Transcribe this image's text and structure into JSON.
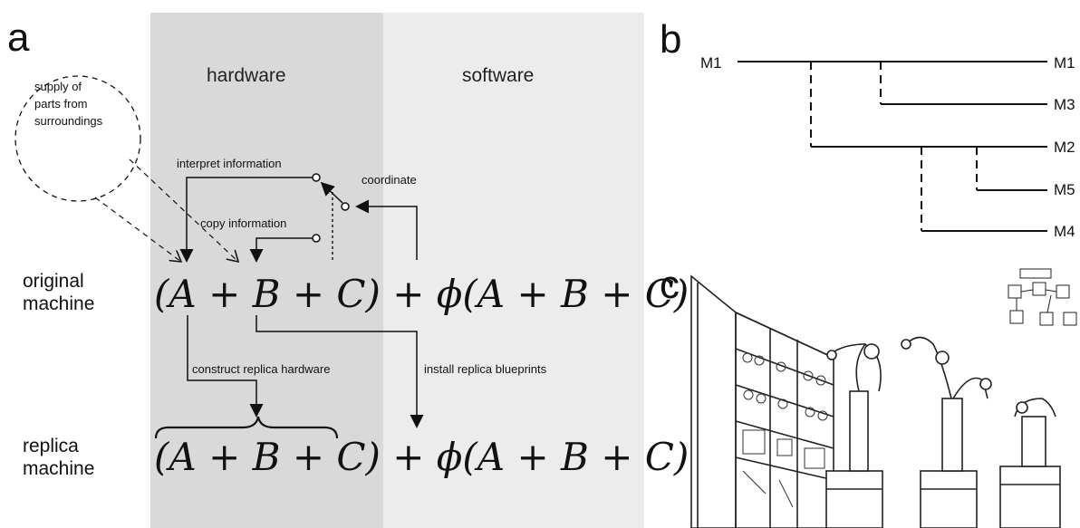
{
  "panels": {
    "a": "a",
    "b": "b",
    "c": "c"
  },
  "columns": {
    "hardware": "hardware",
    "software": "software"
  },
  "colors": {
    "hardware_bg": "#d9d9d9",
    "software_bg": "#ececec",
    "ink": "#111111"
  },
  "supply": [
    "supply of",
    "parts from",
    "surroundings"
  ],
  "rows": {
    "original": [
      "original",
      "machine"
    ],
    "replica": [
      "replica",
      "machine"
    ]
  },
  "annotations": {
    "interpret": "interpret information",
    "coordinate": "coordinate",
    "copy": "copy information",
    "construct": "construct replica hardware",
    "install": "install replica blueprints"
  },
  "equations": {
    "original": "(A + B + C) + ϕ(A + B + C)",
    "replica": "(A + B + C) + ϕ(A + B + C)"
  },
  "tree": {
    "root": "M1",
    "leaves": [
      "M1",
      "M3",
      "M2",
      "M5",
      "M4"
    ]
  }
}
